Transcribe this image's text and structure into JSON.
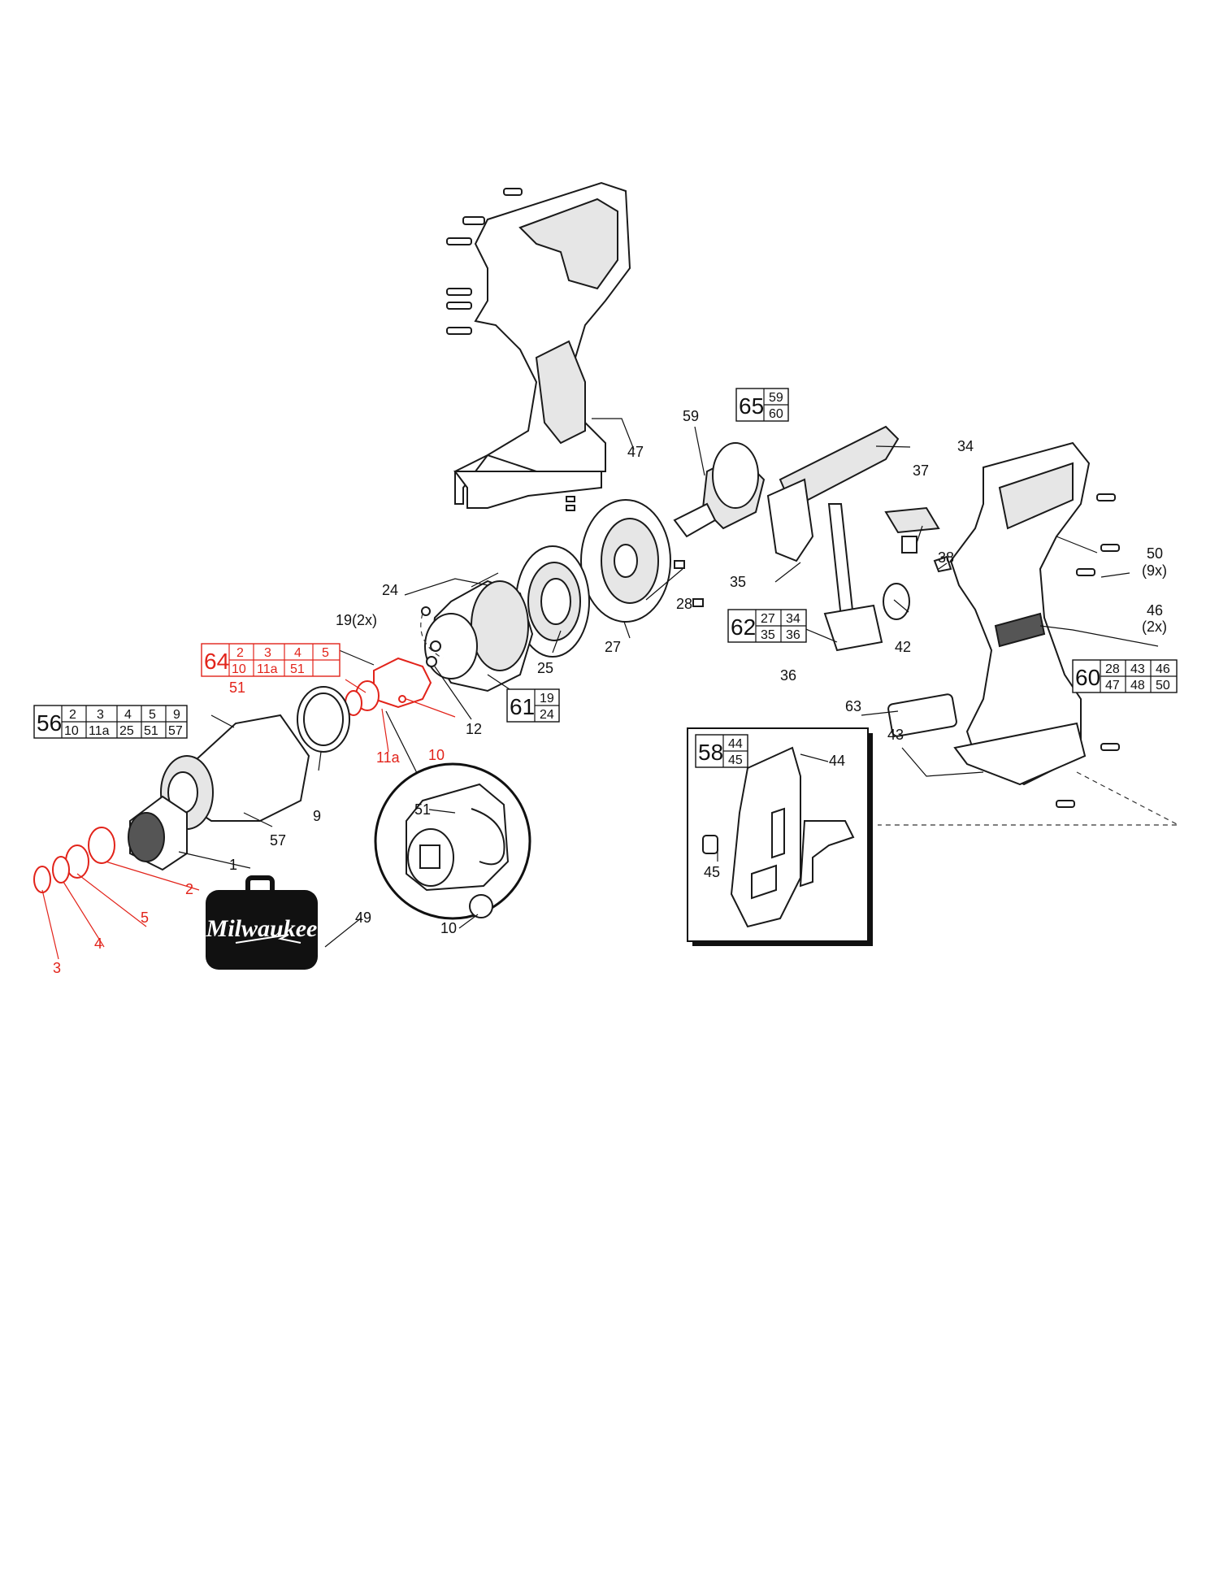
{
  "diagram": {
    "brand": "Milwaukee",
    "colors": {
      "line": "#111111",
      "highlight": "#e2231a",
      "background": "#ffffff"
    },
    "part_labels": {
      "p1": "1",
      "p2": "2",
      "p3": "3",
      "p4": "4",
      "p5": "5",
      "p9": "9",
      "p10": "10",
      "p10d": "10",
      "p11a": "11a",
      "p12": "12",
      "p19": "19(2x)",
      "p24": "24",
      "p25": "25",
      "p27": "27",
      "p28": "28",
      "p34": "34",
      "p35": "35",
      "p36": "36",
      "p37": "37",
      "p38": "38",
      "p42": "42",
      "p43": "43",
      "p44": "44",
      "p45": "45",
      "p46": "46",
      "p46q": "(2x)",
      "p47": "47",
      "p49": "49",
      "p50": "50",
      "p50q": "(9x)",
      "p51": "51",
      "p51d": "51",
      "p57": "57",
      "p59": "59",
      "p63": "63"
    },
    "kits": {
      "k56": {
        "id": "56",
        "top": [
          "2",
          "3",
          "4",
          "5",
          "9"
        ],
        "bottom": [
          "10",
          "11a",
          "25",
          "51",
          "57"
        ]
      },
      "k64": {
        "id": "64",
        "top": [
          "2",
          "3",
          "4",
          "5"
        ],
        "bottom": [
          "10",
          "11a",
          "51"
        ]
      },
      "k61": {
        "id": "61",
        "top": [
          "19"
        ],
        "bottom": [
          "24"
        ]
      },
      "k65": {
        "id": "65",
        "top": [
          "59"
        ],
        "bottom": [
          "60"
        ]
      },
      "k62": {
        "id": "62",
        "top": [
          "27",
          "34"
        ],
        "bottom": [
          "35",
          "36"
        ]
      },
      "k60": {
        "id": "60",
        "top": [
          "28",
          "43",
          "46"
        ],
        "bottom": [
          "47",
          "48",
          "50"
        ]
      },
      "k58": {
        "id": "58",
        "top": [
          "44"
        ],
        "bottom": [
          "45"
        ]
      }
    }
  }
}
